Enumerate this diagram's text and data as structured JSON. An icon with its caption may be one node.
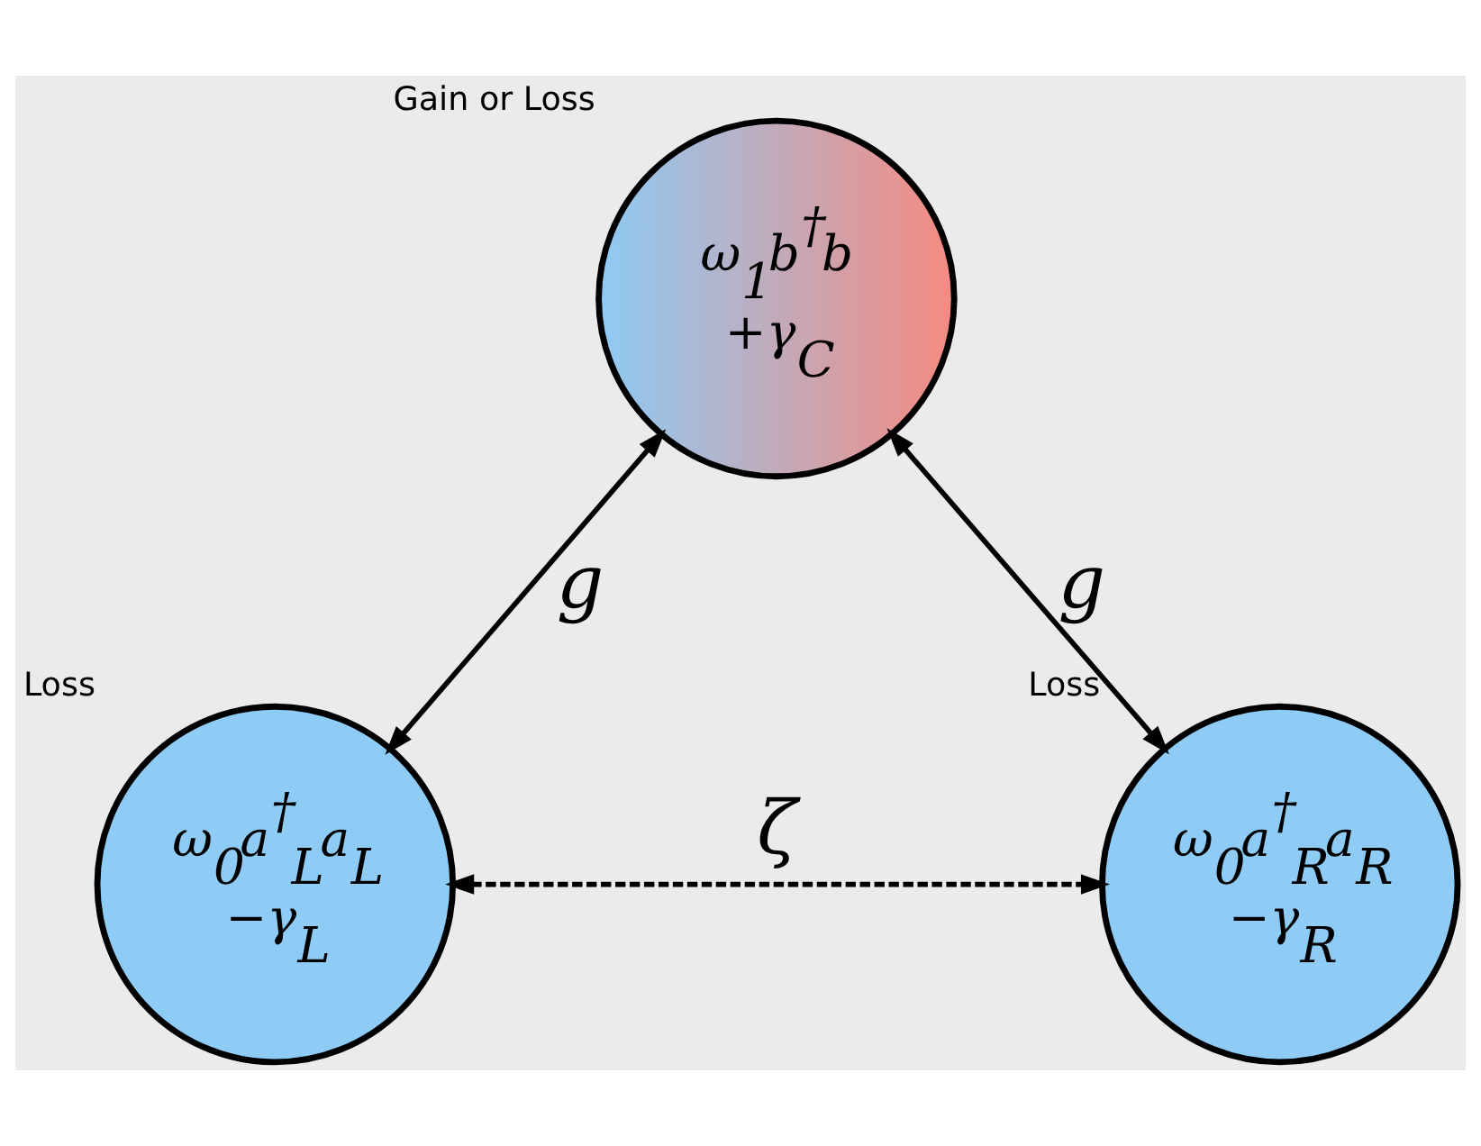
{
  "diagram": {
    "nodes": [
      {
        "text": [
          "ω$_{1}$b$^{†}$b",
          "+γ$_{C}$"
        ],
        "beside": [
          "Gain or Loss"
        ]
      },
      {
        "text": [
          "ω$_{0}$a$^{†}$$_{L}$a$_{L}$",
          "−γ$_{L}$"
        ],
        "beside": [
          "Loss"
        ]
      },
      {
        "text": [
          "ω$_{0}$a$^{†}$$_{R}$a$_{R}$",
          "−γ$_{R}$"
        ],
        "beside": [
          "Loss"
        ]
      }
    ],
    "edges": [
      {
        "from": 0,
        "to": 1,
        "arrow": "both",
        "label": "g"
      },
      {
        "from": 0,
        "to": 2,
        "arrow": "both",
        "label": "g"
      },
      {
        "from": 1,
        "to": 2,
        "arrow": "both",
        "label": "ζ",
        "style": "dashed"
      }
    ]
  }
}
